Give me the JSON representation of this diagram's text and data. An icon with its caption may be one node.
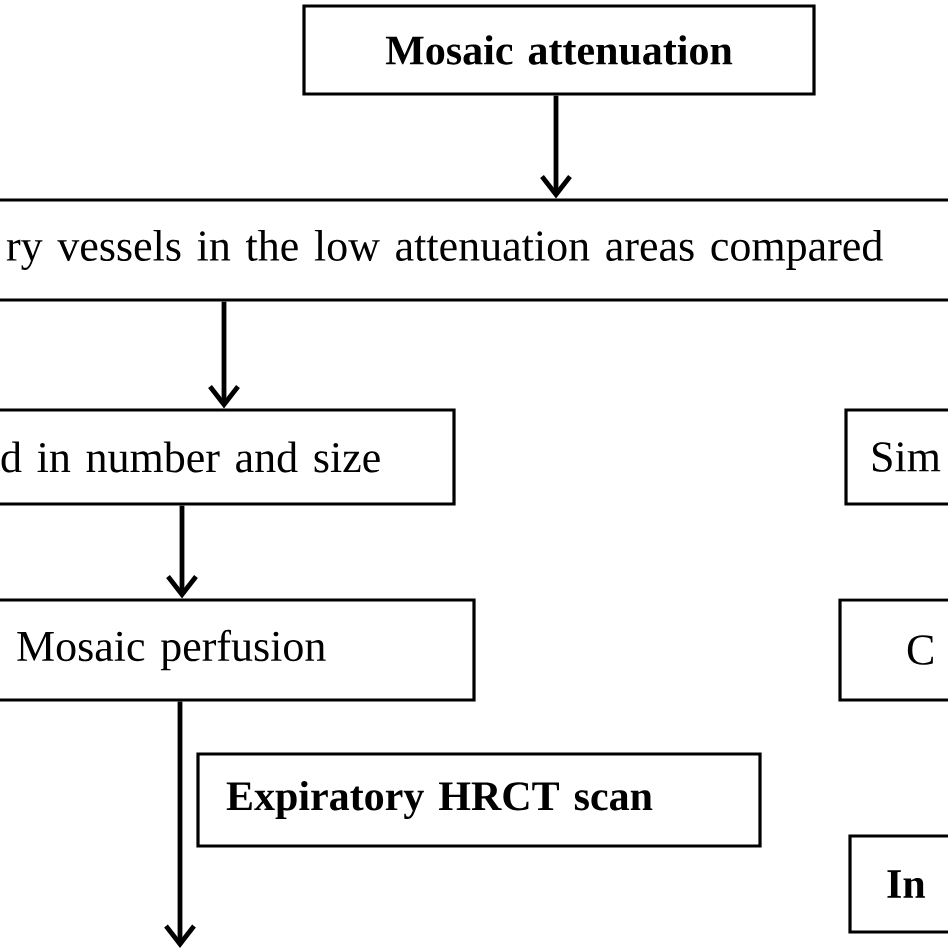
{
  "diagram": {
    "nodes": [
      {
        "text": [
          "Mosaic attenuation"
        ]
      },
      {
        "text": [
          "ry vessels in the low attenuation areas compared"
        ]
      },
      {
        "text": [
          "d in number and size"
        ]
      },
      {
        "text": [
          "Sim"
        ]
      },
      {
        "text": [
          "Mosaic perfusion"
        ]
      },
      {
        "text": [
          "C"
        ]
      },
      {
        "text": [
          "Expiratory HRCT scan"
        ]
      },
      {
        "text": [
          "In"
        ]
      }
    ],
    "edges": [
      {
        "from": 0,
        "to": 1,
        "arrow": "to"
      },
      {
        "from": 1,
        "to": 2,
        "arrow": "to"
      },
      {
        "from": 2,
        "to": 4,
        "arrow": "to"
      },
      {
        "from": 4,
        "to": null,
        "arrow": "to"
      }
    ]
  }
}
